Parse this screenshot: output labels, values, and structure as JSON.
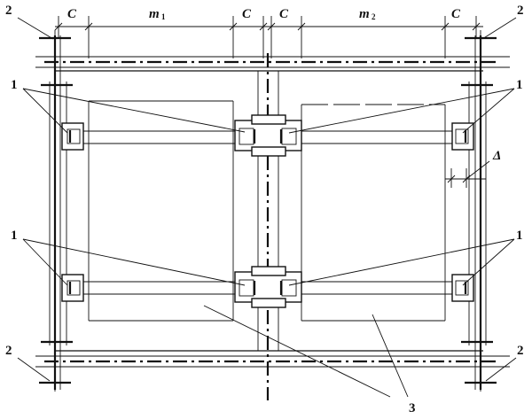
{
  "labels": {
    "clamp": "1",
    "support": "2",
    "panel": "3",
    "gap": "C",
    "tolerance": "Δ",
    "span": "m",
    "span1_sub": "1",
    "span2_sub": "2"
  }
}
